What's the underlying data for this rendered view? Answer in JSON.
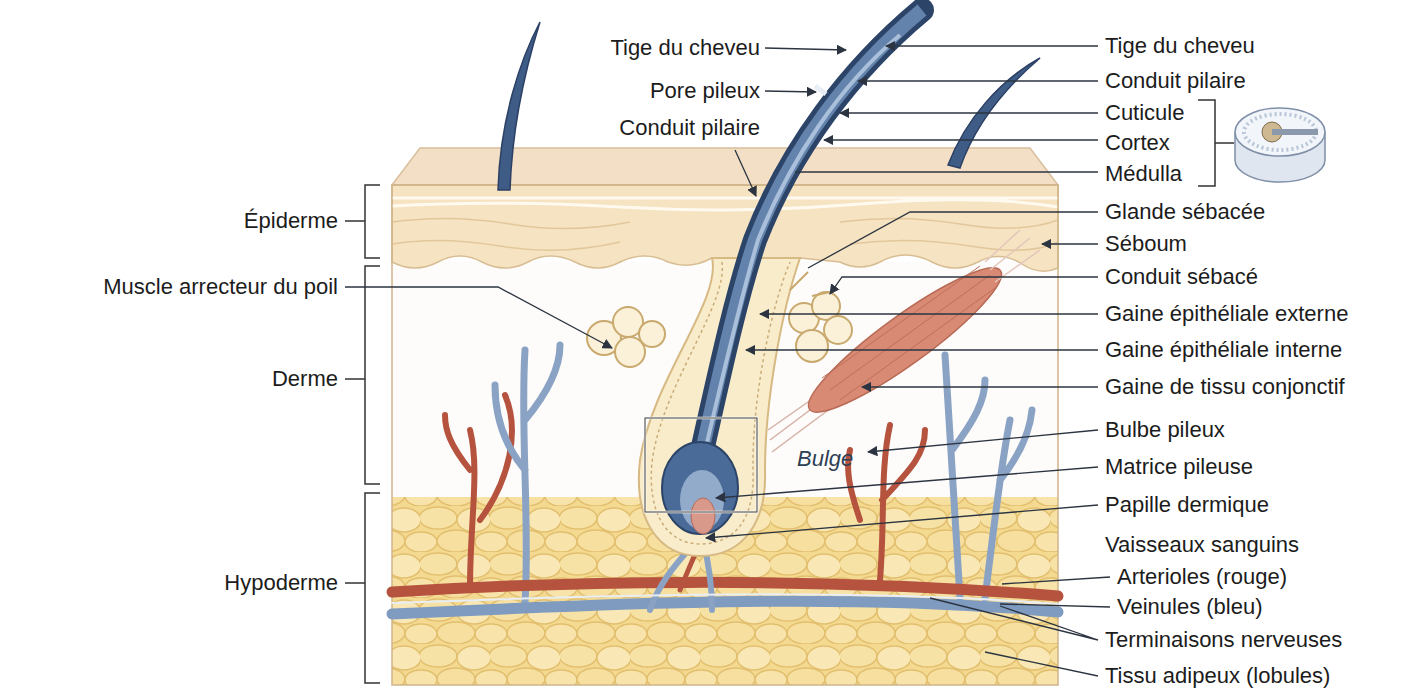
{
  "diagram": {
    "labels": [
      "Tige du cheveu",
      "Pore pileux",
      "Conduit pilaire",
      "Épiderme",
      "Muscle arrecteur du poil",
      "Derme",
      "Hypoderme",
      "Bulge",
      "Tige du cheveu",
      "Conduit pilaire",
      "Cuticule",
      "Cortex",
      "Médulla",
      "Glande sébacée",
      "Séboum",
      "Conduit sébacé",
      "Gaine épithéliale externe",
      "Gaine épithéliale interne",
      "Gaine de tissu conjonctif",
      "Bulbe pileux",
      "Matrice pileuse",
      "Papille dermique",
      "Vaisseaux sanguins",
      "Arterioles (rouge)",
      "Veinules (bleu)",
      "Terminaisons nerveuses",
      "Tissu adipeux (lobules)"
    ]
  }
}
